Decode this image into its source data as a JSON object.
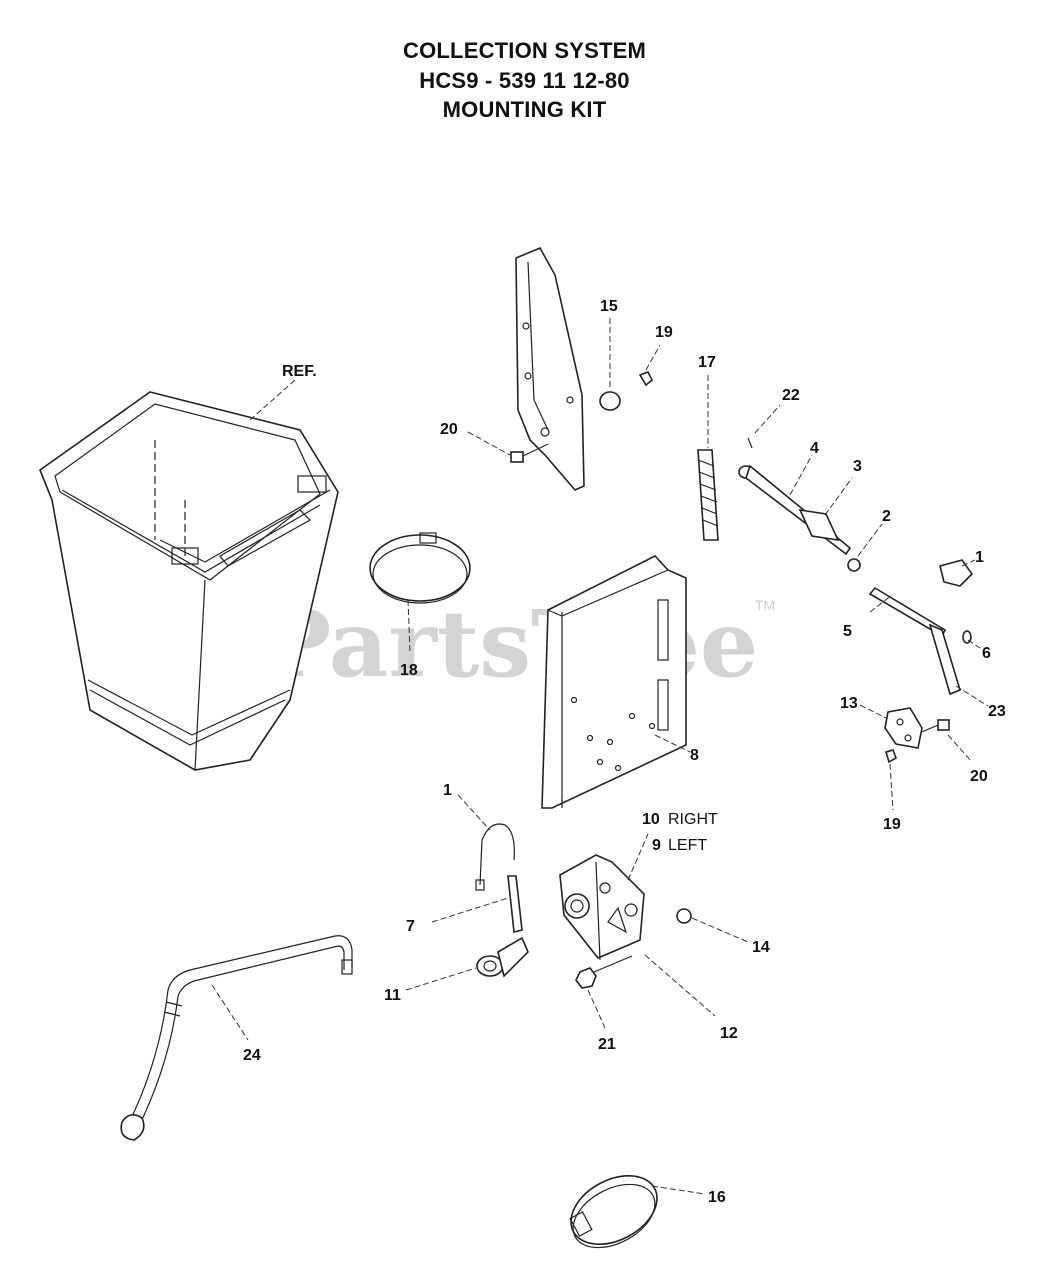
{
  "title": {
    "line1": "COLLECTION SYSTEM",
    "line2": "HCS9 - 539 11 12-80",
    "line3": "MOUNTING KIT"
  },
  "watermark": {
    "text": "PartsTree",
    "tm": "TM"
  },
  "callouts": {
    "ref": "REF.",
    "c15": "15",
    "c19a": "19",
    "c17": "17",
    "c22": "22",
    "c20a": "20",
    "c4": "4",
    "c3": "3",
    "c2": "2",
    "c1a": "1",
    "c5": "5",
    "c6": "6",
    "c18": "18",
    "c23": "23",
    "c13": "13",
    "c8": "8",
    "c20b": "20",
    "c19b": "19",
    "c1b": "1",
    "c10": "10",
    "c10_label": "RIGHT",
    "c9": "9",
    "c9_label": "LEFT",
    "c7": "7",
    "c14": "14",
    "c11": "11",
    "c12": "12",
    "c21": "21",
    "c24": "24",
    "c16": "16"
  }
}
